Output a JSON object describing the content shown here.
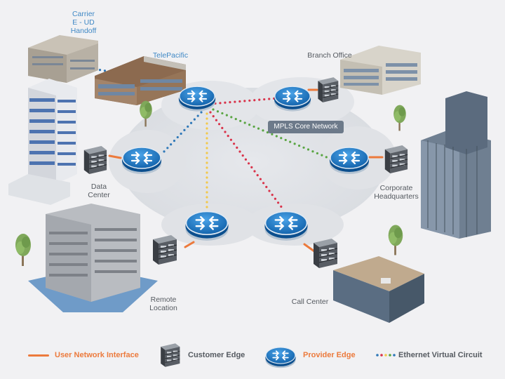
{
  "labels": {
    "carrier": "Carrier\nE - UD\nHandoff",
    "telepacific": "TelePacific",
    "branch_office": "Branch Office",
    "mpls": "MPLS Core Network",
    "data_center": "Data\nCenter",
    "corporate": "Corporate\nHeadquarters",
    "remote": "Remote\nLocation",
    "call_center": "Call Center"
  },
  "legend": {
    "uni": "User Network Interface",
    "customer_edge": "Customer Edge",
    "provider_edge": "Provider Edge",
    "evc": "Ethernet Virtual Circuit"
  },
  "colors": {
    "uni": "#ec7a3c",
    "evc_blue": "#2f78b8",
    "evc_red": "#d9334a",
    "evc_yellow": "#f2c94c",
    "evc_green": "#5aa543",
    "provider_edge": "#1f77c0",
    "legend_text": "#ec7a3c"
  }
}
